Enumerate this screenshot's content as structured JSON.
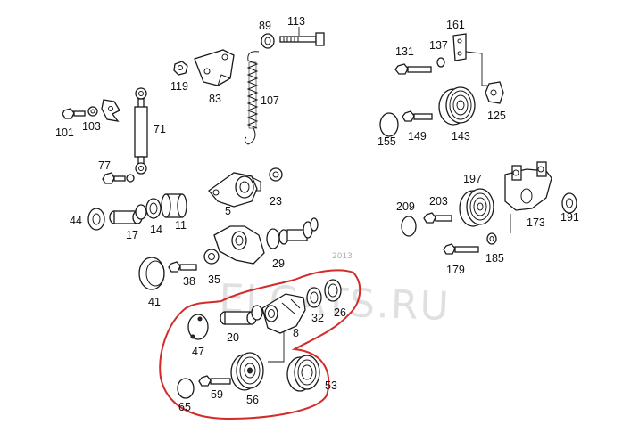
{
  "watermark": {
    "text": "ELCATS.RU",
    "stamp": "2013"
  },
  "highlight_color": "#d42a2a",
  "labels": {
    "p89": "89",
    "p113": "113",
    "p119": "119",
    "p83": "83",
    "p107": "107",
    "p101": "101",
    "p103": "103",
    "p71": "71",
    "p77": "77",
    "p5": "5",
    "p23": "23",
    "p44": "44",
    "p17": "17",
    "p14": "14",
    "p11": "11",
    "p29": "29",
    "p41": "41",
    "p38": "38",
    "p35": "35",
    "p161": "161",
    "p131": "131",
    "p137": "137",
    "p125": "125",
    "p155": "155",
    "p149": "149",
    "p143": "143",
    "p197": "197",
    "p209": "209",
    "p203": "203",
    "p173": "173",
    "p191": "191",
    "p179": "179",
    "p185": "185",
    "p47": "47",
    "p20": "20",
    "p8": "8",
    "p32": "32",
    "p26": "26",
    "p65": "65",
    "p59": "59",
    "p56": "56",
    "p53": "53"
  }
}
